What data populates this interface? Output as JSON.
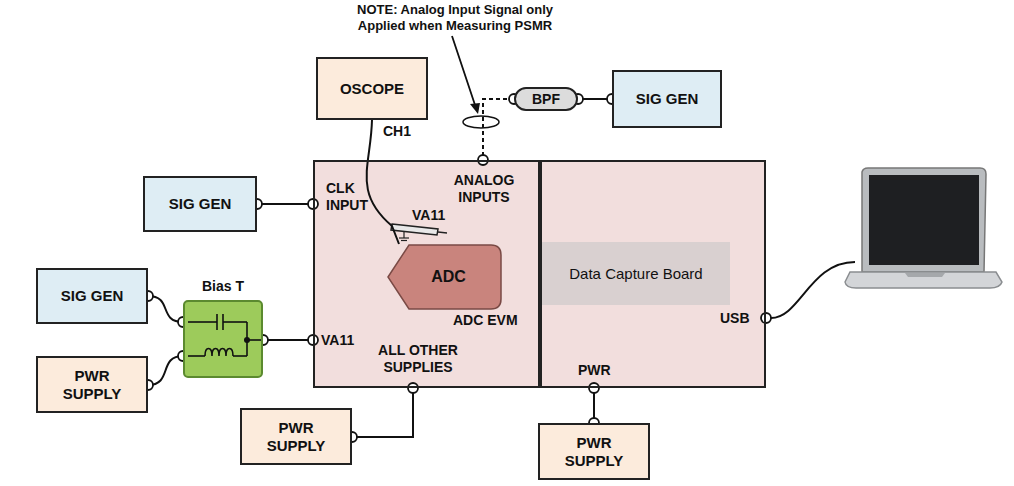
{
  "diagram": {
    "nodes": [
      {
        "text": [
          "OSCOPE"
        ]
      },
      {
        "text": [
          "BPF"
        ]
      },
      {
        "text": [
          "SIG GEN"
        ]
      },
      {
        "text": [
          "SIG GEN"
        ]
      },
      {
        "text": [
          "SIG GEN"
        ]
      },
      {
        "text": [
          "Bias T"
        ]
      },
      {
        "text": [
          "PWR SUPPLY"
        ]
      },
      {
        "text": [
          "ADC EVM"
        ]
      },
      {
        "text": [
          "ADC"
        ],
        "in": 7
      },
      {
        "text": [
          "Data Capture Board"
        ]
      },
      {
        "text": [
          "PWR SUPPLY"
        ]
      },
      {
        "text": [
          "PWR SUPPLY"
        ]
      }
    ],
    "edges": [
      {
        "from": 0,
        "to": 8,
        "arrow": "none"
      },
      {
        "from": 2,
        "to": 1,
        "arrow": "none"
      },
      {
        "from": 1,
        "to": 7,
        "arrow": "none"
      },
      {
        "from": 3,
        "to": 7,
        "arrow": "none"
      },
      {
        "from": 4,
        "to": 5,
        "arrow": "none"
      },
      {
        "from": 6,
        "to": 5,
        "arrow": "none"
      },
      {
        "from": 5,
        "to": 7,
        "arrow": "none"
      },
      {
        "from": 10,
        "to": 7,
        "arrow": "none"
      },
      {
        "from": 11,
        "to": 9,
        "arrow": "none"
      }
    ],
    "labels": [
      "NOTE: Analog Input Signal only Applied when Measuring PSMR",
      "CH1",
      "CLK INPUT",
      "ANALOG INPUTS",
      "VA11",
      "VA11",
      "ALL OTHER SUPPLIES",
      "USB",
      "PWR"
    ]
  }
}
